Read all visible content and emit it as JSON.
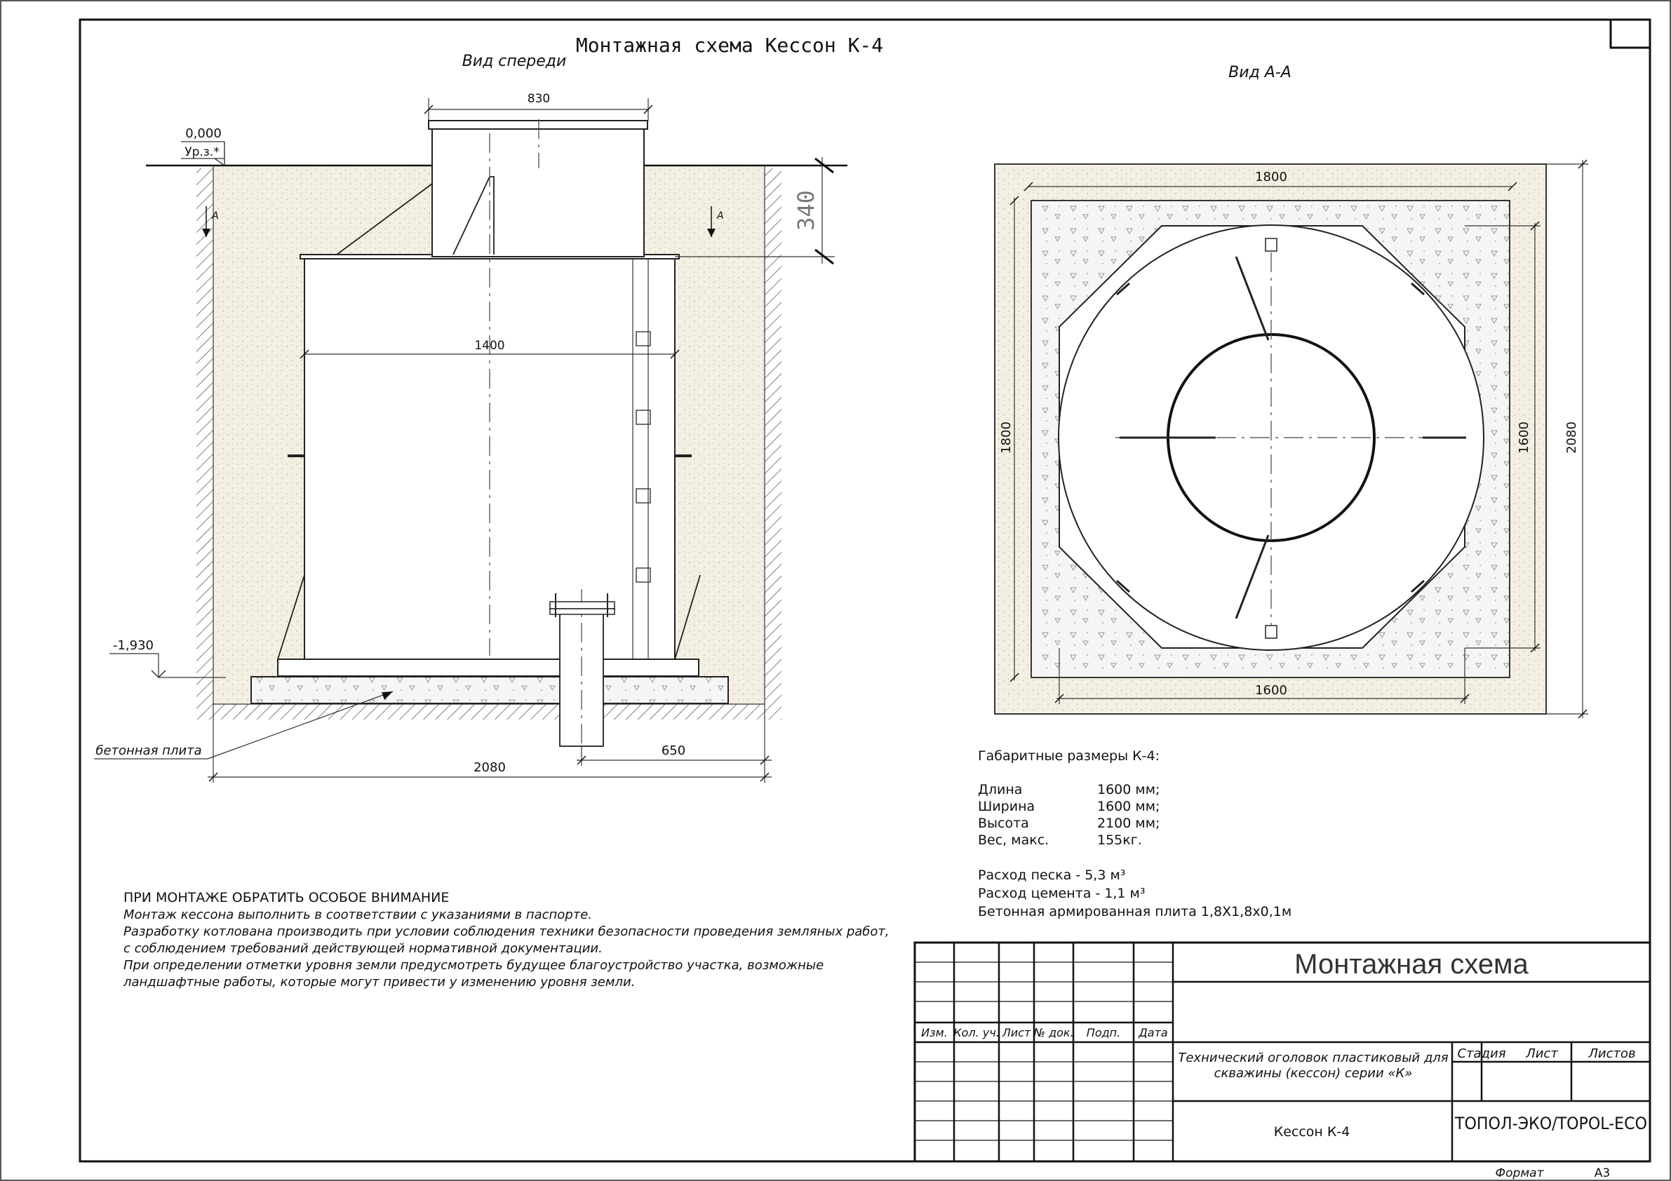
{
  "title": "Монтажная схема Кессон К-4",
  "front_view": {
    "caption": "Вид спереди",
    "dim_top_width": "830",
    "dim_body_width": "1400",
    "dim_340": "340",
    "dim_total_width": "2080",
    "dim_650": "650",
    "level_top_value": "0,000",
    "level_top_label": "Ур.з.*",
    "level_bottom_value": "-1,930",
    "section_mark": "А",
    "plate_label": "бетонная плита"
  },
  "section_view": {
    "caption": "Вид А-А",
    "dim_top": "1800",
    "dim_bottom": "1600",
    "dim_left": "1800",
    "dim_right_inner": "1600",
    "dim_right_outer": "2080"
  },
  "specs": {
    "heading": "Габаритные размеры К-4:",
    "rows": [
      {
        "label": "Длина",
        "value": "1600 мм;"
      },
      {
        "label": "Ширина",
        "value": "1600 мм;"
      },
      {
        "label": "Высота",
        "value": "2100 мм;"
      },
      {
        "label": "Вес, макс.",
        "value": "155кг."
      }
    ],
    "sand": "Расход песка - 5,3 м³",
    "cement": "Расход цемента - 1,1 м³",
    "plate": "Бетонная армированная плита 1,8Х1,8х0,1м"
  },
  "notes": {
    "heading": "ПРИ МОНТАЖЕ ОБРАТИТЬ ОСОБОЕ ВНИМАНИЕ",
    "lines": [
      "Монтаж кессона выполнить в соответствии с указаниями в паспорте.",
      "Разработку котлована производить при условии соблюдения техники безопасности проведения земляных работ,",
      "с соблюдением требований действующей нормативной документации.",
      "При определении отметки уровня земли предусмотреть будущее благоустройство участка, возможные",
      "ландшафтные работы, которые могут привести у изменению уровня земли."
    ]
  },
  "title_block": {
    "headers": [
      "Изм.",
      "Кол. уч.",
      "Лист",
      "№ док.",
      "Подп.",
      "Дата"
    ],
    "drawing_name": "Монтажная схема",
    "description_line1": "Технический оголовок пластиковый для",
    "description_line2": "скважины (кессон) серии «К»",
    "stage_headers": [
      "Стадия",
      "Лист",
      "Листов"
    ],
    "item": "Кессон К-4",
    "company": "ТОПОЛ-ЭКО/TOPOL-ECO",
    "format_label": "Формат",
    "format_value": "А3"
  }
}
